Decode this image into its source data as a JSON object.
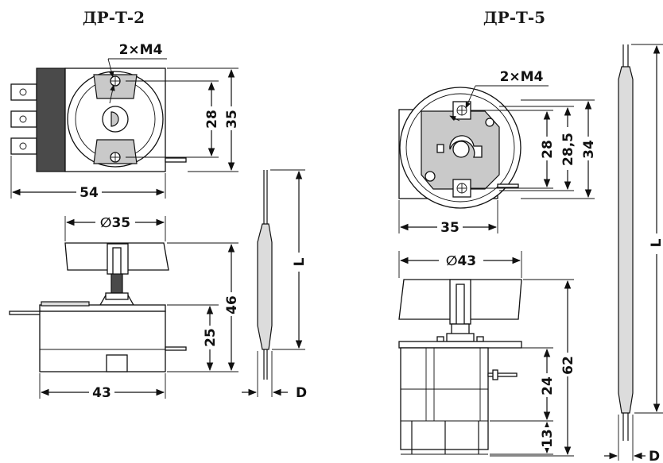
{
  "titles": {
    "left": "ДР-Т-2",
    "right": "ДР-Т-5"
  },
  "left_dims": {
    "thread": "2×M4",
    "height_28": "28",
    "height_35": "35",
    "width_54": "54",
    "dia_35": "∅35",
    "height_46": "46",
    "height_25": "25",
    "width_43": "43",
    "probe_L": "L",
    "probe_D": "D"
  },
  "right_dims": {
    "thread": "2×M4",
    "height_28": "28",
    "height_28_5": "28,5",
    "height_34": "34",
    "width_35": "35",
    "dia_43": "∅43",
    "height_62": "62",
    "height_24": "24",
    "height_13": "13",
    "probe_L": "L",
    "probe_D": "D"
  }
}
